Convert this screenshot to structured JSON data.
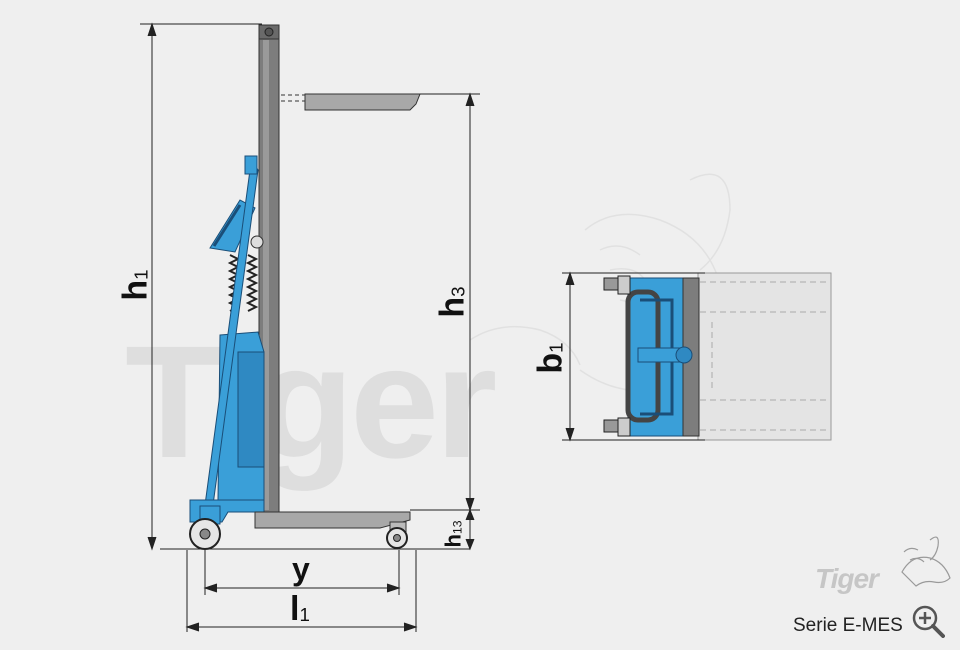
{
  "watermark": {
    "brand": "Tiger"
  },
  "logo": {
    "brand": "Tiger"
  },
  "series": {
    "label": "Serie E-MES"
  },
  "dimensions": {
    "h1": {
      "main": "h",
      "sub": "1"
    },
    "h3": {
      "main": "h",
      "sub": "3"
    },
    "h13": {
      "main": "h",
      "sub": "13"
    },
    "y": {
      "main": "y",
      "sub": ""
    },
    "l1": {
      "main": "l",
      "sub": "1"
    },
    "b1": {
      "main": "b",
      "sub": "1"
    }
  },
  "colors": {
    "machine_blue": "#3a9fd8",
    "machine_blue_dark": "#1f6fa8",
    "mast_gray": "#7d7d7d",
    "platform_gray": "#a8a8a8",
    "line": "#222222",
    "background": "#efefef"
  },
  "icons": {
    "zoom": "zoom-in-icon"
  }
}
